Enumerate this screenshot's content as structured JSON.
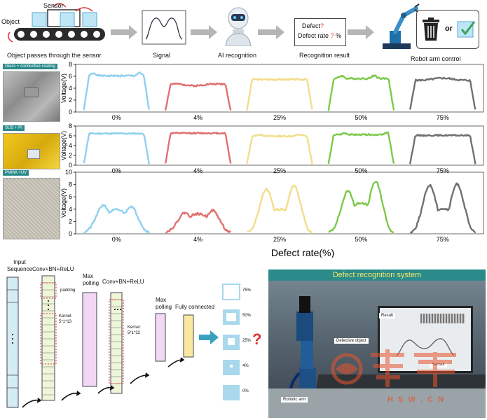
{
  "pipeline": {
    "object_label": "Object",
    "sensor_label": "Sensor",
    "step1_caption": "Object passes through the sensor",
    "step2_caption": "Signal",
    "step3_caption": "AI recognition",
    "result_line1_prefix": "Defect",
    "result_line1_mark": "?",
    "result_line2_prefix": "Defect rate",
    "result_line2_mark": "?",
    "result_line2_unit": "%",
    "step4_caption": "Recognition result",
    "step5_caption": "Robot arm control",
    "or_label": "or"
  },
  "materials": [
    {
      "label": "Glass + conductive coating",
      "tag_color": "#2a8a8a"
    },
    {
      "label": "SUS + PI",
      "tag_color": "#2a8a8a"
    },
    {
      "label": "PMMA +UV",
      "tag_color": "#2a8a8a"
    }
  ],
  "plots": {
    "ylabel": "Voltage(V)",
    "xlabel": "Defect rate(%)",
    "rows": [
      {
        "yticks": [
          "0",
          "2",
          "4",
          "6",
          "8"
        ],
        "ymax": 8
      },
      {
        "yticks": [
          "0",
          "2",
          "4",
          "6",
          "8"
        ],
        "ymax": 8
      },
      {
        "yticks": [
          "0",
          "2",
          "4",
          "6",
          "8",
          "10"
        ],
        "ymax": 10
      }
    ],
    "rates": [
      "0%",
      "4%",
      "25%",
      "50%",
      "75%"
    ],
    "colors": [
      "#8fd0ee",
      "#e07070",
      "#f3dd8a",
      "#7dc94a",
      "#707070"
    ]
  },
  "cnn": {
    "input_label_1": "Input",
    "input_label_2": "Sequence",
    "conv1_label": "Conv+BN+ReLU",
    "padding_label": "padding",
    "kernel1_label_1": "Kernel:",
    "kernel1_label_2": "5*1*13",
    "pool1_label_1": "Max",
    "pool1_label_2": "polling",
    "conv2_label": "Conv+BN+ReLU",
    "kernel2_label_1": "Kernel:",
    "kernel2_label_2": "5*1*32",
    "pool2_label_1": "Max",
    "pool2_label_2": "polling",
    "fc_label": "Fully connected",
    "outputs": [
      "75%",
      "50%",
      "25%",
      "4%",
      "0%"
    ],
    "question_mark": "?"
  },
  "system_photo": {
    "title": "Defect recognition system",
    "result_label": "Result",
    "defective_label": "Defective object",
    "sensor_label": "Sensor",
    "robot_label": "Robotic arm",
    "watermark_text": "H S W . C N"
  }
}
